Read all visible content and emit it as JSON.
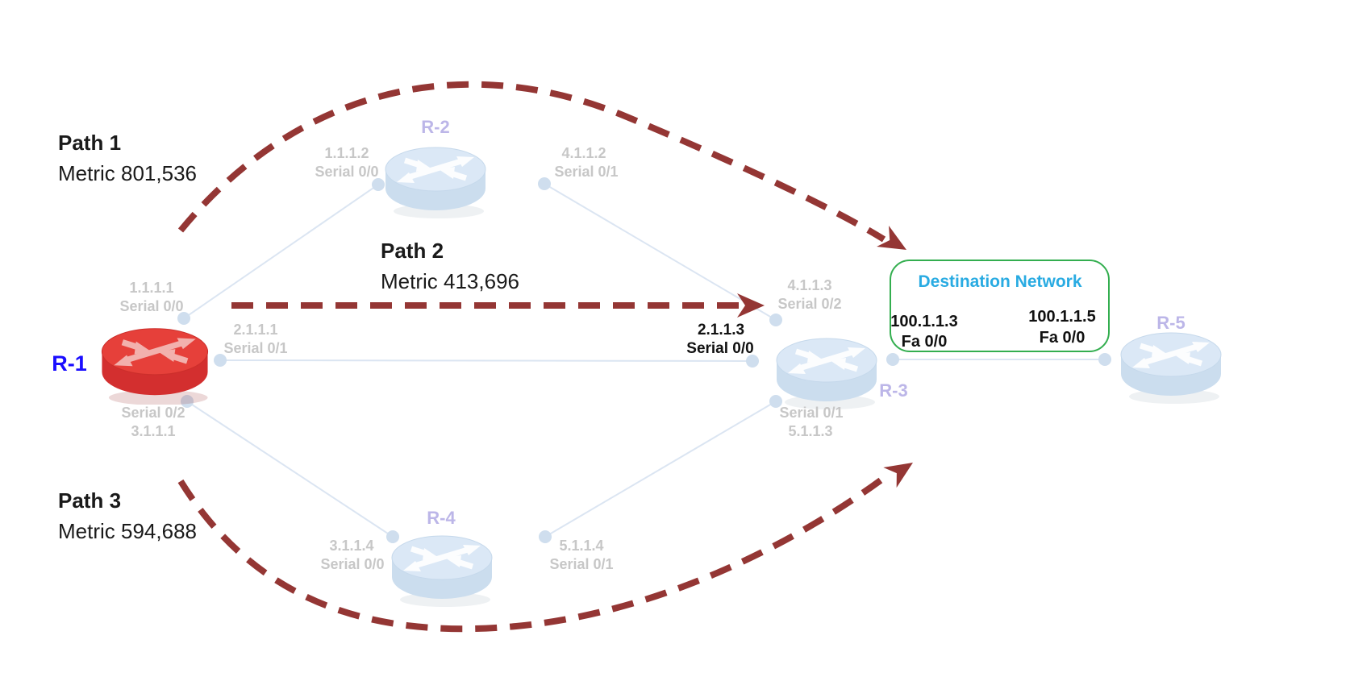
{
  "paths": {
    "path1": {
      "title": "Path 1",
      "metric": "Metric 801,536"
    },
    "path2": {
      "title": "Path 2",
      "metric": "Metric 413,696"
    },
    "path3": {
      "title": "Path 3",
      "metric": "Metric 594,688"
    }
  },
  "routers": {
    "r1": {
      "name": "R-1"
    },
    "r2": {
      "name": "R-2"
    },
    "r3": {
      "name": "R-3"
    },
    "r4": {
      "name": "R-4"
    },
    "r5": {
      "name": "R-5"
    }
  },
  "interfaces": {
    "r1_top": {
      "l1": "1.1.1.1",
      "l2": "Serial 0/0"
    },
    "r1_mid": {
      "l1": "2.1.1.1",
      "l2": "Serial 0/1"
    },
    "r1_bot": {
      "l1": "Serial 0/2",
      "l2": "3.1.1.1"
    },
    "r2_left": {
      "l1": "1.1.1.2",
      "l2": "Serial 0/0"
    },
    "r2_right": {
      "l1": "4.1.1.2",
      "l2": "Serial 0/1"
    },
    "r3_top": {
      "l1": "4.1.1.3",
      "l2": "Serial 0/2"
    },
    "r3_left": {
      "l1": "2.1.1.3",
      "l2": "Serial 0/0"
    },
    "r3_bot": {
      "l1": "Serial 0/1",
      "l2": "5.1.1.3"
    },
    "r4_left": {
      "l1": "3.1.1.4",
      "l2": "Serial 0/0"
    },
    "r4_right": {
      "l1": "5.1.1.4",
      "l2": "Serial 0/1"
    }
  },
  "destination_network": {
    "title": "Destination Network",
    "left": {
      "ip": "100.1.1.3",
      "port": "Fa 0/0"
    },
    "right": {
      "ip": "100.1.1.5",
      "port": "Fa 0/0"
    }
  },
  "colors": {
    "dash": "#943634",
    "link": "#dbe5f2",
    "router_blue_top": "#d5e5f5",
    "router_blue_body": "#c3d8ec",
    "router_red_top": "#e6403a",
    "router_red_body": "#d32f2f",
    "router_name": "#bcb6e8",
    "r1_name": "#1a0dff",
    "interface_gray": "#c7c7c7",
    "dest_title": "#29abe2",
    "dest_border": "#33ae4f"
  }
}
